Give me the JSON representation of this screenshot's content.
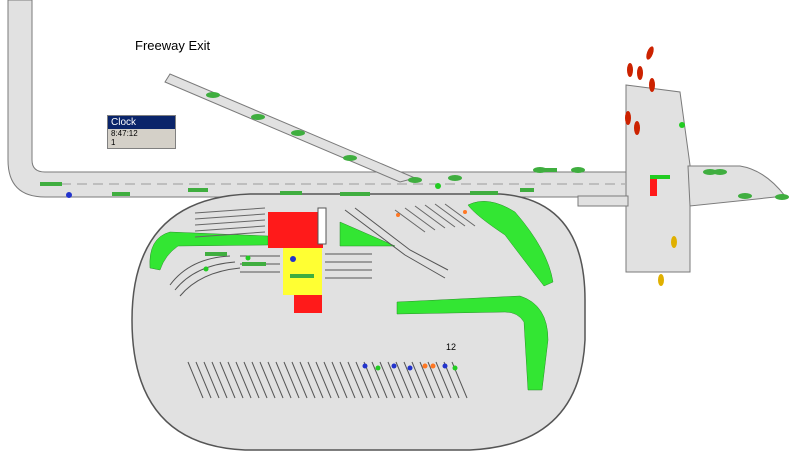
{
  "window": {
    "title": "Freeway Exit"
  },
  "clock": {
    "title": "Clock",
    "time": "8:47:12",
    "day": "1"
  },
  "lot": {
    "count": "12"
  },
  "colors": {
    "road": "#e1e1e1",
    "road_edge": "#7a7a7a",
    "grass": "#33e633",
    "building": "#ff1a1a",
    "plaza": "#ffff33",
    "car": "#3fae3f",
    "queue_car": "#cc2200",
    "turning_car": "#e0b000",
    "person_green": "#22cc22",
    "person_blue": "#2233cc",
    "person_orange": "#ff7722"
  },
  "icons": [
    "car-icon",
    "person-icon",
    "signal-icon"
  ]
}
